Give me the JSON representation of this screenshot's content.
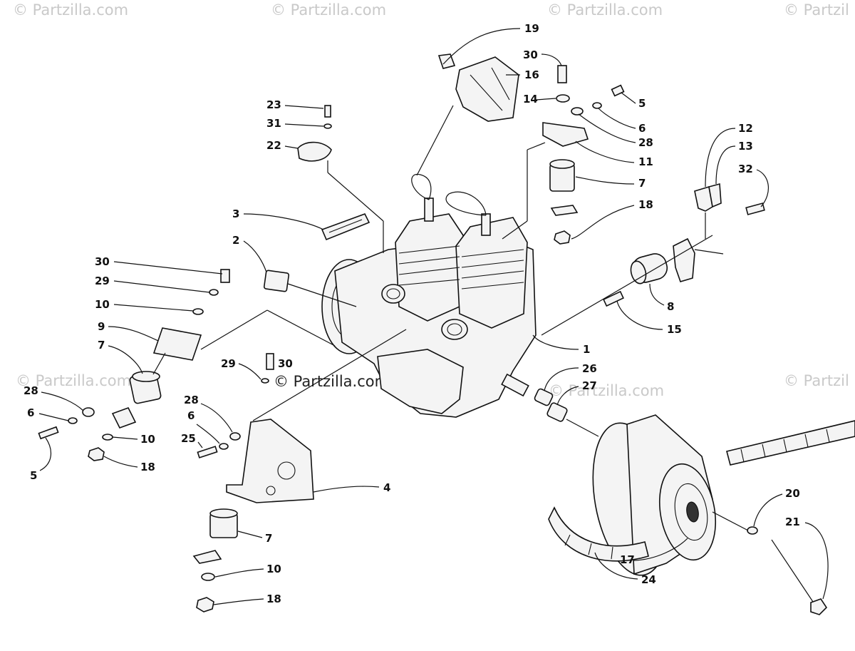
{
  "watermarks": {
    "corner_text": "© Partzilla.com",
    "corner_text_cut": "© Partzil",
    "center_text": "© Partzilla.com"
  },
  "diagram": {
    "callouts": [
      "1",
      "2",
      "3",
      "4",
      "5",
      "5",
      "6",
      "6",
      "6",
      "7",
      "7",
      "7",
      "8",
      "9",
      "10",
      "10",
      "10",
      "11",
      "12",
      "13",
      "14",
      "15",
      "16",
      "17",
      "18",
      "18",
      "18",
      "19",
      "20",
      "21",
      "22",
      "23",
      "24",
      "25",
      "26",
      "27",
      "28",
      "28",
      "28",
      "29",
      "29",
      "30",
      "30",
      "30",
      "31",
      "32"
    ]
  },
  "colors": {
    "ink": "#111111",
    "watermark": "#c9c9c9"
  }
}
